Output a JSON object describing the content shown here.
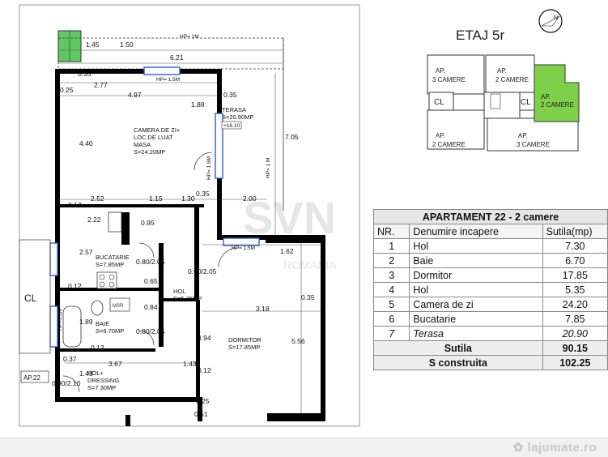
{
  "floor": "ETAJ 5r",
  "compass_letter": "N",
  "key_plan": {
    "units": [
      {
        "label": "AP.",
        "sub": "3 CAMERE"
      },
      {
        "label": "AP.",
        "sub": "2 CAMERE"
      },
      {
        "label": "CL"
      },
      {
        "label": "CL"
      },
      {
        "label": "AP.",
        "sub": "2 CAMERE",
        "highlight": "#7ed04b"
      },
      {
        "label": "AP.",
        "sub": "2 CAMERE"
      },
      {
        "label": "AP.",
        "sub": "3 CAMERE"
      }
    ]
  },
  "table": {
    "title": "APARTAMENT 22 - 2 camere",
    "headers": [
      "NR.",
      "Denumire incapere",
      "Sutila(mp)"
    ],
    "rows": [
      {
        "nr": "1",
        "name": "Hol",
        "area": "7.30"
      },
      {
        "nr": "2",
        "name": "Baie",
        "area": "6.70"
      },
      {
        "nr": "3",
        "name": "Dormitor",
        "area": "17.85"
      },
      {
        "nr": "4",
        "name": "Hol",
        "area": "5.35"
      },
      {
        "nr": "5",
        "name": "Camera de zi",
        "area": "24.20"
      },
      {
        "nr": "6",
        "name": "Bucatarie",
        "area": "7.85"
      },
      {
        "nr": "7",
        "name": "Terasa",
        "area": "20.90"
      }
    ],
    "sutila_label": "Sutila",
    "sutila_value": "90.15",
    "sconstruita_label": "S construita",
    "sconstruita_value": "102.25"
  },
  "plan": {
    "rooms": {
      "terasa": [
        "TERASA",
        "S=20.90MP"
      ],
      "camera": [
        "CAMERA DE ZI+",
        "LOC DE LUAT",
        "MASA",
        "S=24.20MP"
      ],
      "bucatarie": [
        "BUCATARIE",
        "S=7.85MP"
      ],
      "hol": [
        "HOL",
        "S=5.35MP"
      ],
      "baie": [
        "BAIE",
        "S=6.70MP"
      ],
      "dormitor": [
        "DORMITOR",
        "S=17.85MP"
      ],
      "hol_dressing": [
        "HOL+",
        "DRESSING",
        "S=7.30MP"
      ]
    },
    "labels": {
      "cl": "CL",
      "ap22": "AP.22",
      "watermark": "SVN",
      "watermark_sub": "ROMANIA",
      "hp1m_top": "HP= 1M",
      "hp15_top": "HP= 1.5M",
      "hp15_mid": "HP= 1.5M",
      "hp15_bot": "HP= 1.5M",
      "hp1m_side": "HP= 1 M",
      "level": "+16.10",
      "msr": "MSR",
      "hp12": "HP=1.2M"
    },
    "dims": {
      "d1_45": "1.45",
      "d1_50": "1.50",
      "d6_21": "6.21",
      "d0_35a": "0.35",
      "d2_77": "2.77",
      "d0_25": "0.25",
      "d4_97": "4.97",
      "d0_35b": "0.35",
      "d1_88": "1.88",
      "d7_05": "7.05",
      "d4_40": "4.40",
      "d0_12a": "0.12",
      "d2_52": "2.52",
      "d1_15": "1.15",
      "d1_30": "1.30",
      "d0_35c": "0.35",
      "d2_00": "2.00",
      "d2_22": "2.22",
      "d0_95": "0.95",
      "d2_57": "2.57",
      "d1_62": "1.62",
      "d0_80_2_05a": "0.80/2.05",
      "d0_90_2_05": "0.90/2.05",
      "d0_12b": "0.12",
      "d0_65": "0.65",
      "d0_35d": "0.35",
      "d3_18": "3.18",
      "d0_84": "0.84",
      "d1_89": "1.89",
      "d0_80_2_05b": "0.80/2.05",
      "d3_94": "3.94",
      "d5_56": "5.56",
      "d0_12c": "0.12",
      "d0_37": "0.37",
      "d3_67": "3.67",
      "d1_43a": "1.43",
      "d0_12d": "0.12",
      "d1_43b": "1.43",
      "d0_90_2_10": "0.90/2.10",
      "d0_25b": "0.25",
      "d0_51": "0.51"
    }
  },
  "colors": {
    "highlight": "#7ed04b",
    "wall": "#000000",
    "window": "#2a5fd0",
    "green_balcony": "#5fc860"
  }
}
